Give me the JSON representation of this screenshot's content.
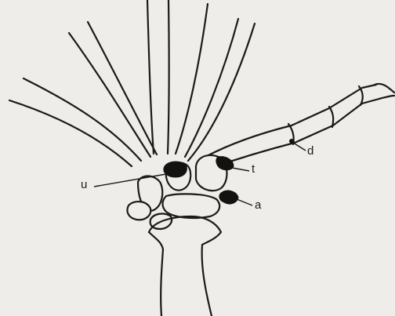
{
  "labels": {
    "u": "u",
    "t": "t",
    "a": "a",
    "d": "d"
  },
  "colors": {
    "background": "#efede9",
    "ink": "#1c1a18"
  }
}
